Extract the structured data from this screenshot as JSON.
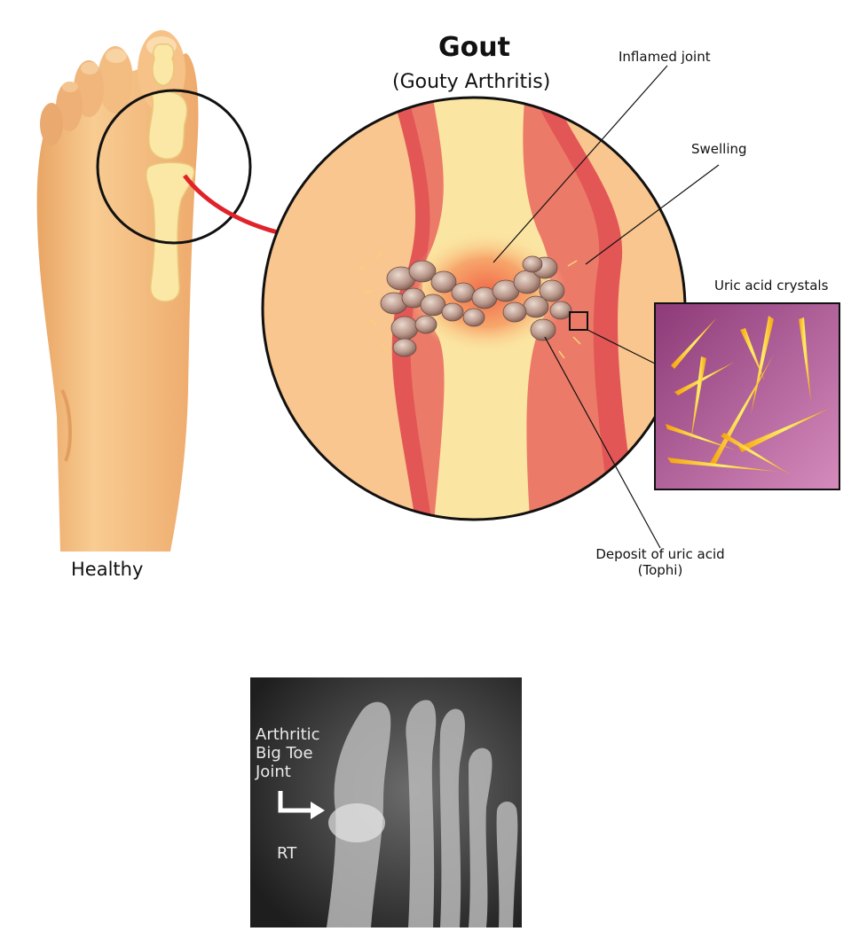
{
  "title": "Gout",
  "subtitle": "(Gouty Arthritis)",
  "labels": {
    "inflamed_joint": "Inflamed joint",
    "swelling": "Swelling",
    "uric_acid_crystals": "Uric acid crystals",
    "deposit_line1": "Deposit of uric acid",
    "deposit_line2": "(Tophi)",
    "healthy": "Healthy"
  },
  "xray": {
    "label_line1": "Arthritic",
    "label_line2": "Big Toe",
    "label_line3": "Joint",
    "side": "RT"
  },
  "colors": {
    "skin": "#f6c88e",
    "skin_shade": "#e7a467",
    "bone": "#fbe7a6",
    "inflamed": "#e0494c",
    "crystal_bg": "#a0477f",
    "crystal": "#f7c51c",
    "arrow": "#e0232a"
  }
}
